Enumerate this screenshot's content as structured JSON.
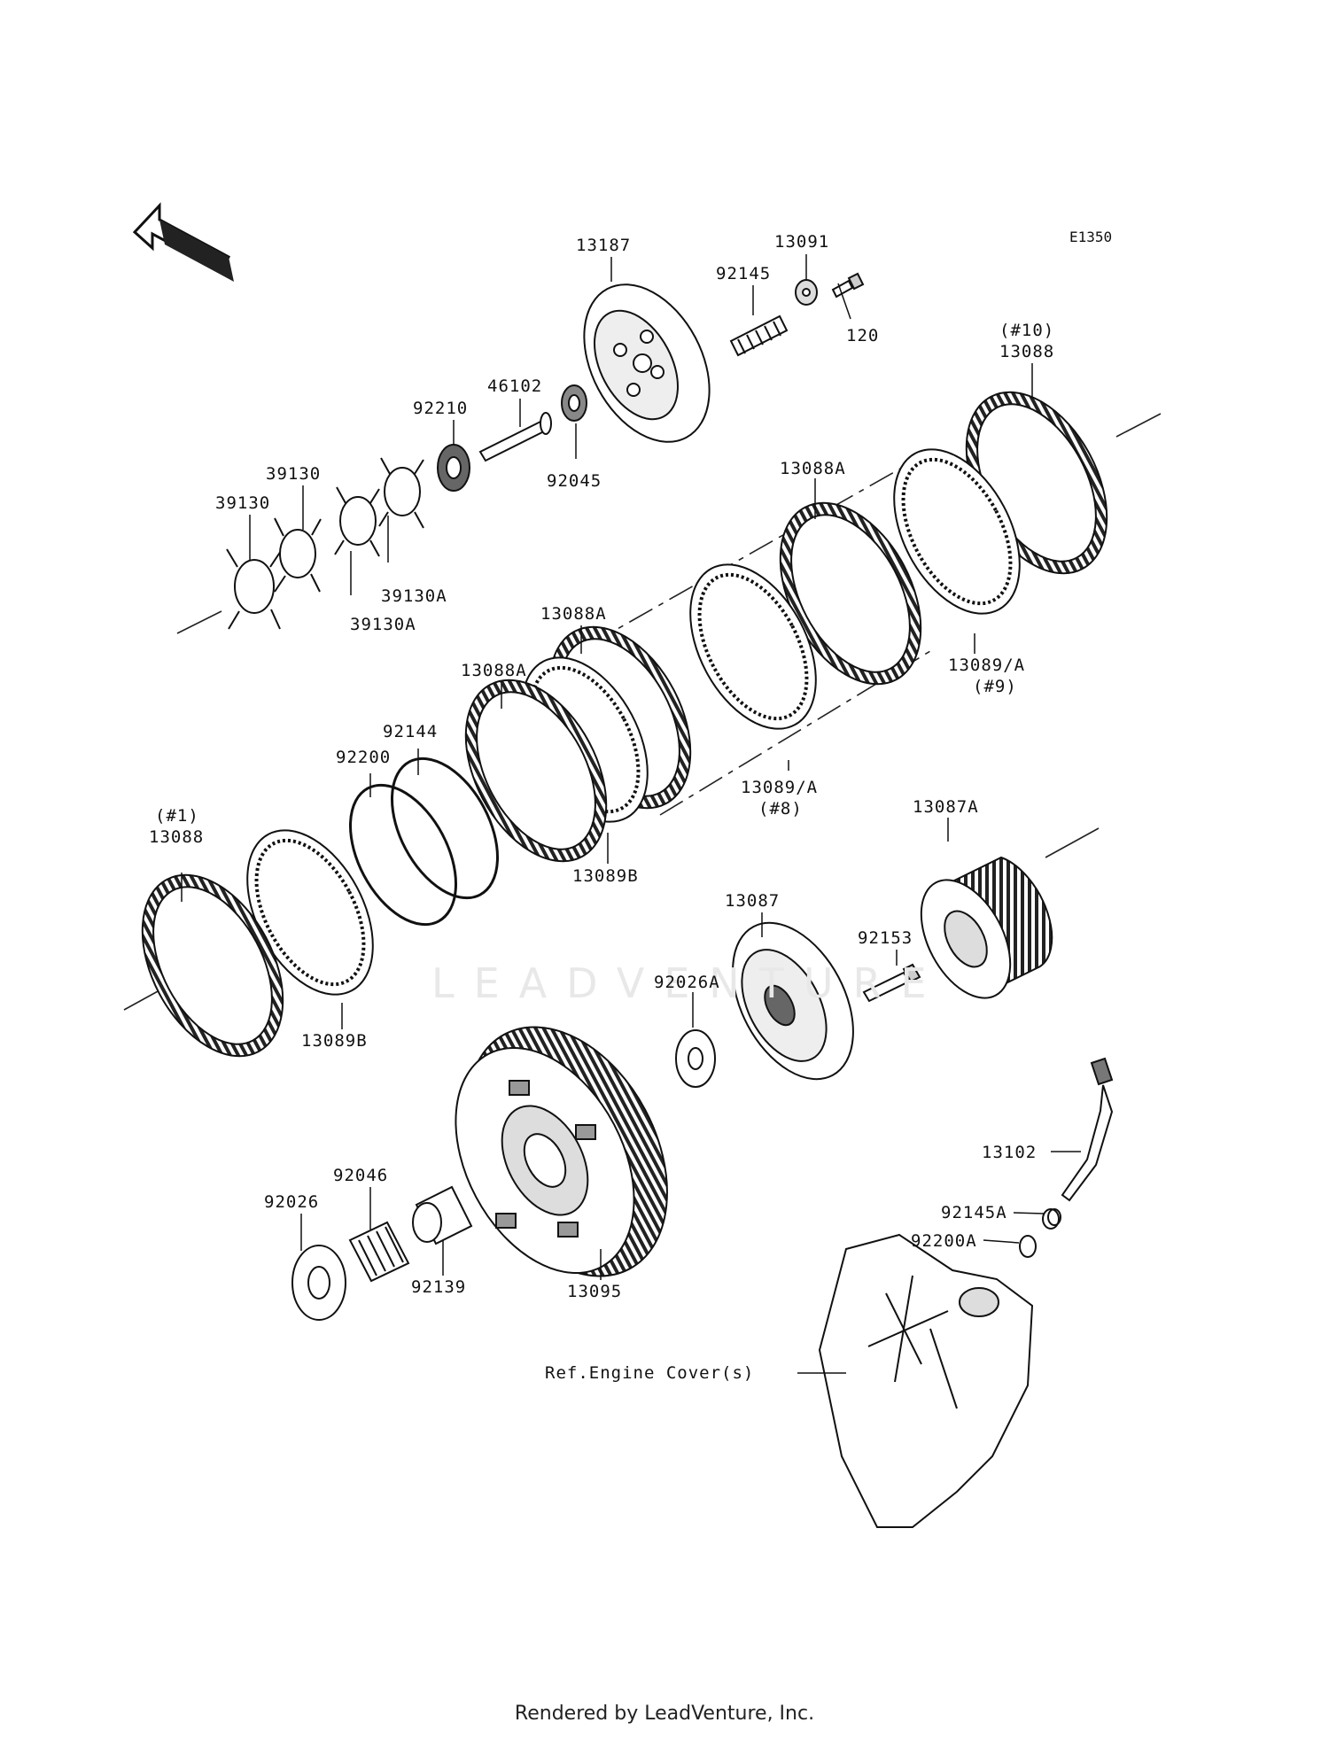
{
  "diagram_code": "E1350",
  "watermark": "LEADVENTURE",
  "footer": "Rendered by LeadVenture, Inc.",
  "front_arrow": "FRONT",
  "labels": {
    "p13187": "13187",
    "p92145": "92145",
    "p13091": "13091",
    "p120": "120",
    "p10_tag": "(#10)",
    "p13088_top": "13088",
    "p46102": "46102",
    "p92210": "92210",
    "p92045": "92045",
    "p39130_a": "39130",
    "p39130_b": "39130",
    "p39130A_a": "39130A",
    "p39130A_b": "39130A",
    "p13088A_top": "13088A",
    "p13088A_mid": "13088A",
    "p13088A_left": "13088A",
    "p13089A_9": "13089/A",
    "p9_tag": "(#9)",
    "p92144": "92144",
    "p92200": "92200",
    "p1_tag": "(#1)",
    "p13088_left": "13088",
    "p13089B_mid": "13089B",
    "p13089A_8": "13089/A",
    "p8_tag": "(#8)",
    "p13087A": "13087A",
    "p13087": "13087",
    "p92153": "92153",
    "p92026A": "92026A",
    "p13089B_low": "13089B",
    "p13102": "13102",
    "p92145A": "92145A",
    "p92200A": "92200A",
    "p92046": "92046",
    "p92026": "92026",
    "p92139": "92139",
    "p13095": "13095",
    "ref_cover": "Ref.Engine Cover(s)"
  }
}
